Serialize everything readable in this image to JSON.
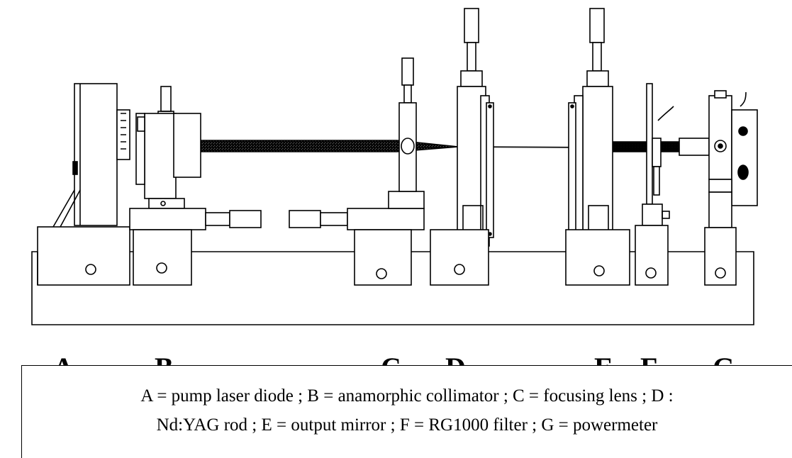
{
  "component_labels": [
    "A",
    "B",
    "C",
    "D",
    "E",
    "F",
    "G"
  ],
  "caption": {
    "line1": "A = pump laser diode ; B = anamorphic collimator ; C = focusing lens ; D :",
    "line2": "Nd:YAG rod ; E = output mirror ; F = RG1000 filter ; G = powermeter"
  }
}
